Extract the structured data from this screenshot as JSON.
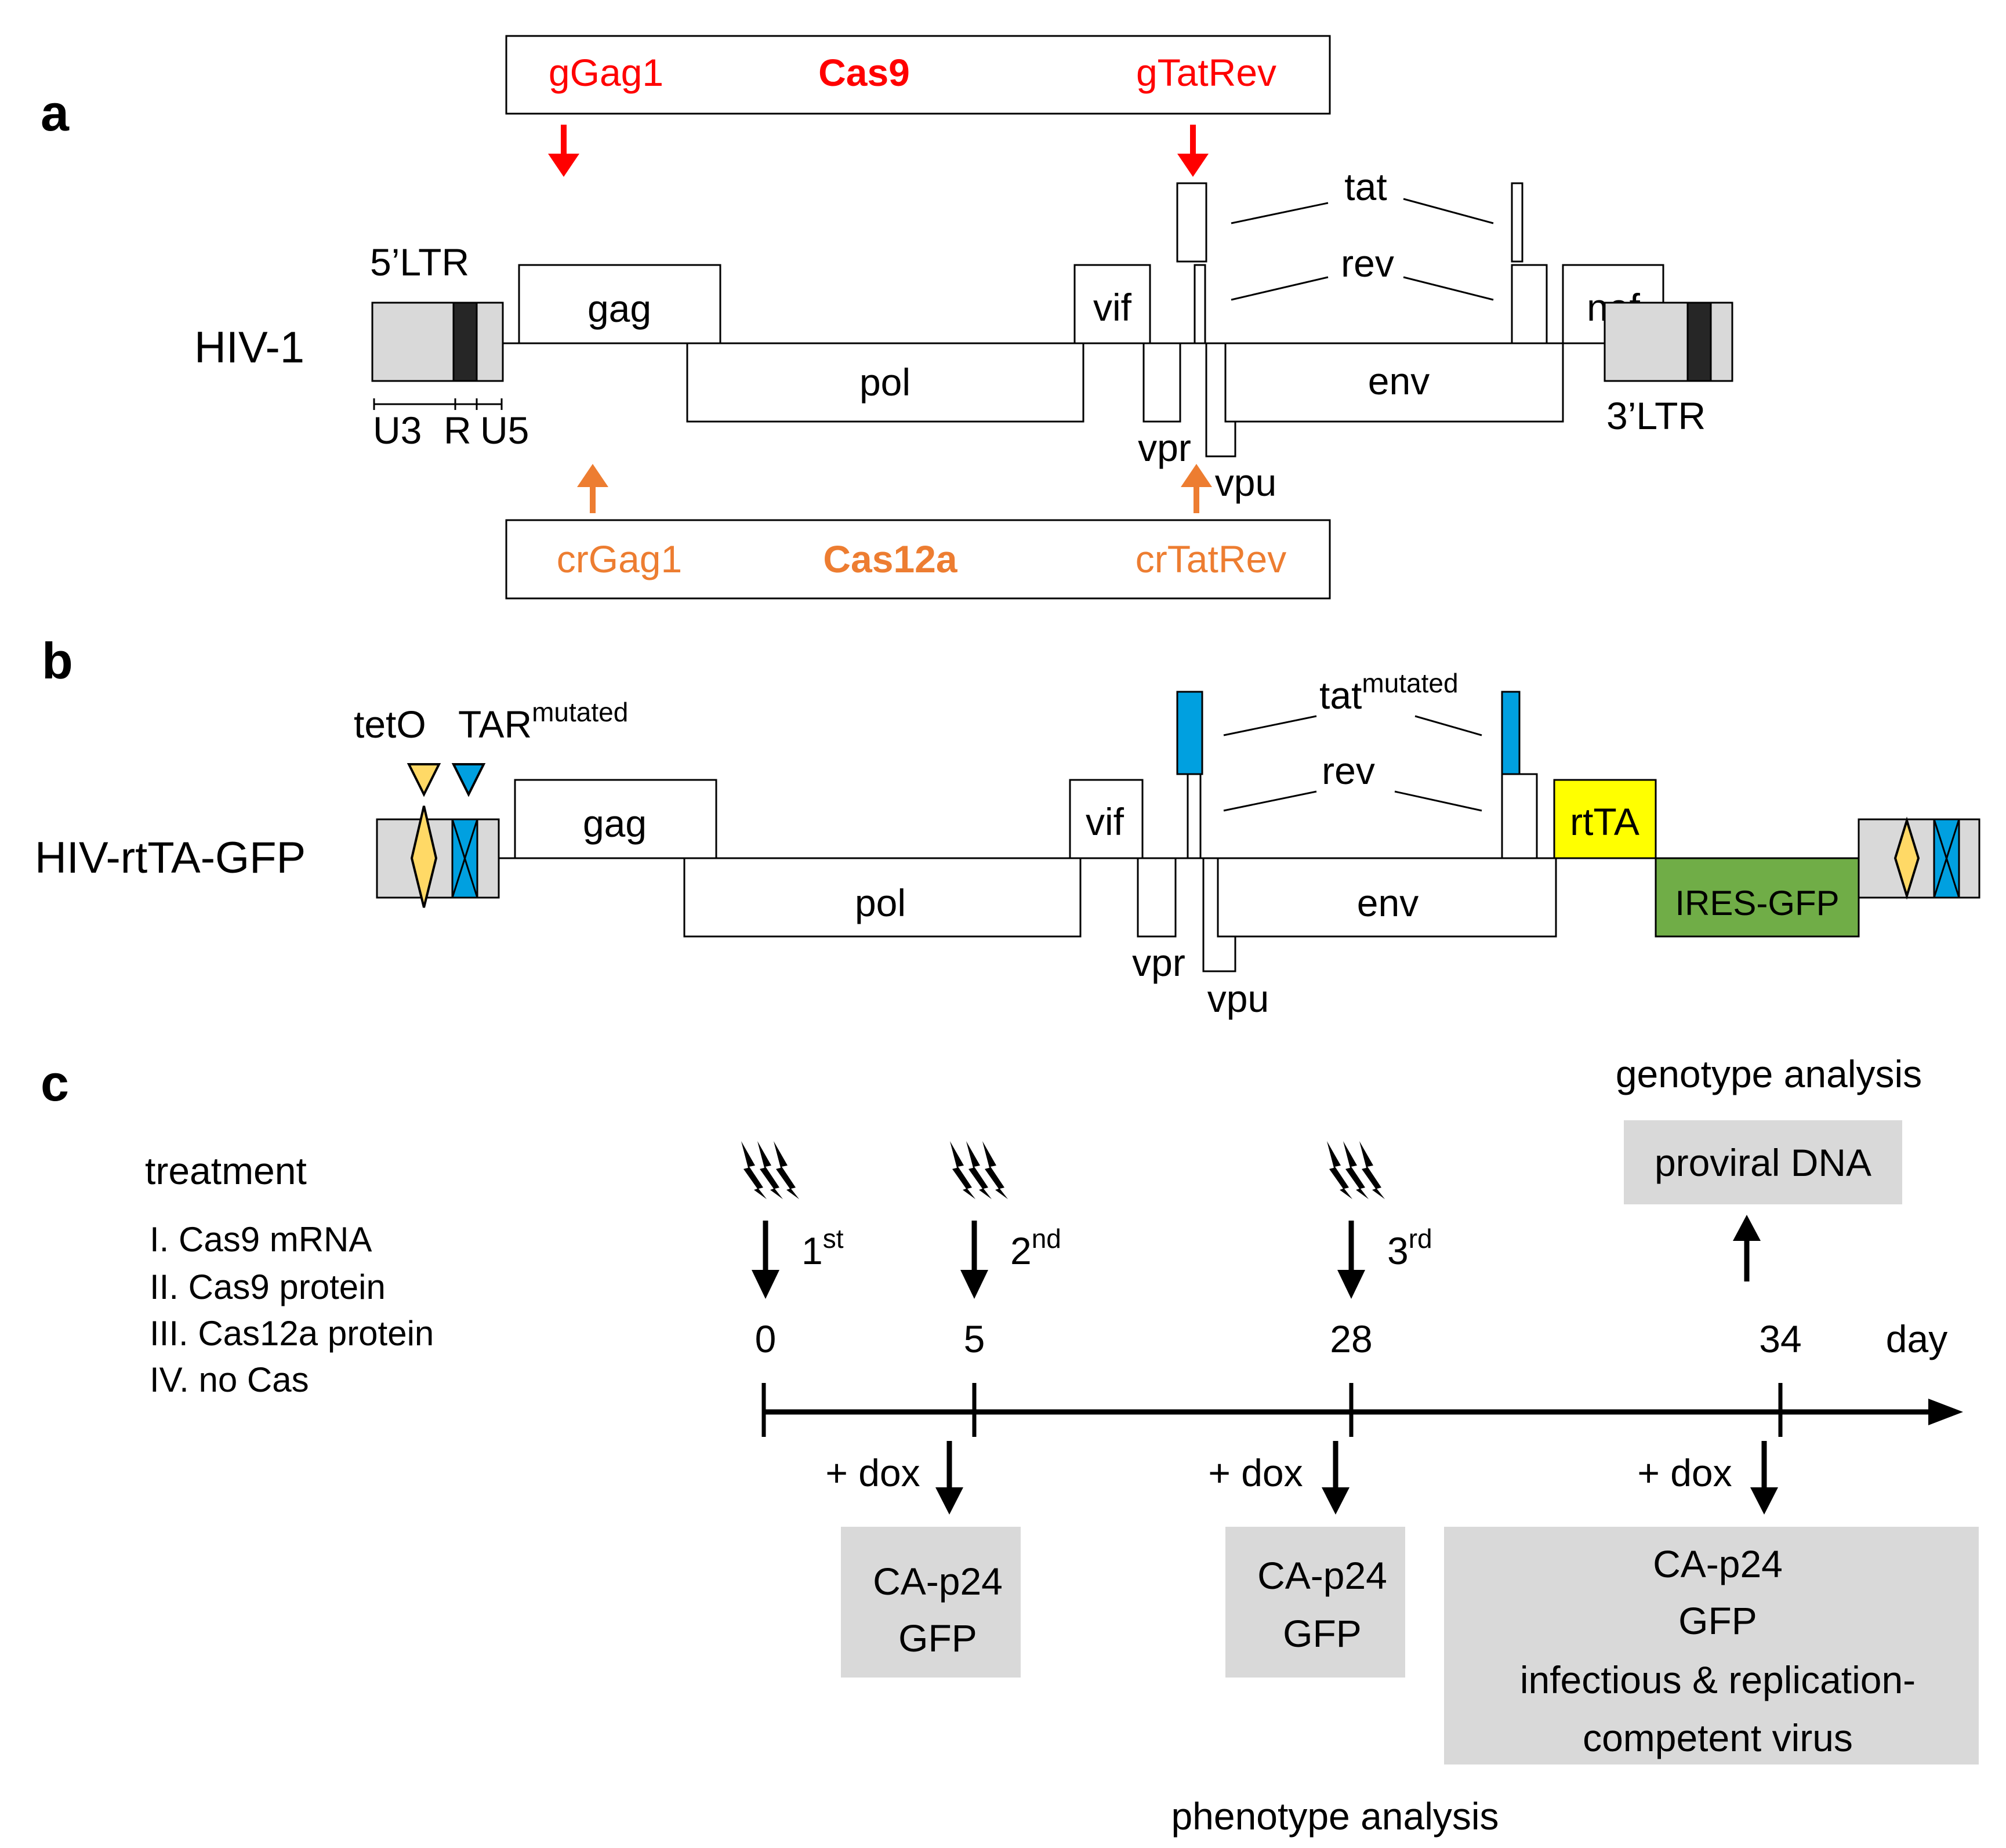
{
  "panels": {
    "a": "a",
    "b": "b",
    "c": "c"
  },
  "colors": {
    "cas9": "#ff0000",
    "cas12a": "#ed7d31",
    "ltr_gray": "#d9d9d9",
    "dark": "#262626",
    "tar_blue": "#00a0e0",
    "tet_yellow": "#ffd966",
    "rtta": "#ffff00",
    "gfp": "#70ad47",
    "box_gray": "#d9d9d9"
  },
  "panel_a": {
    "construct": "HIV-1",
    "cas9_box": {
      "g1": "gGag1",
      "name": "Cas9",
      "g2": "gTatRev"
    },
    "cas12a_box": {
      "g1": "crGag1",
      "name": "Cas12a",
      "g2": "crTatRev"
    },
    "genes": {
      "ltr5": "5’LTR",
      "ltr3": "3’LTR",
      "u3": "U3",
      "r": "R",
      "u5": "U5",
      "gag": "gag",
      "pol": "pol",
      "vif": "vif",
      "vpr": "vpr",
      "vpu": "vpu",
      "tat": "tat",
      "rev": "rev",
      "env": "env",
      "nef": "nef"
    }
  },
  "panel_b": {
    "construct": "HIV-rtTA-GFP",
    "teto": "tetO",
    "tar": "TAR",
    "tar_sup": "mutated",
    "tat": "tat",
    "tat_sup": "mutated",
    "genes": {
      "gag": "gag",
      "pol": "pol",
      "vif": "vif",
      "vpr": "vpr",
      "vpu": "vpu",
      "rev": "rev",
      "env": "env",
      "rtta": "rtTA",
      "ires": "IRES-GFP"
    }
  },
  "panel_c": {
    "treatment_title": "treatment",
    "treatments": [
      "I. Cas9 mRNA",
      "II. Cas9 protein",
      "III. Cas12a protein",
      "IV. no Cas"
    ],
    "days": [
      "0",
      "5",
      "28",
      "34"
    ],
    "day_unit": "day",
    "ordinals": [
      {
        "n": "1",
        "s": "st"
      },
      {
        "n": "2",
        "s": "nd"
      },
      {
        "n": "3",
        "s": "rd"
      }
    ],
    "dox": "+ dox",
    "readout1": [
      "CA-p24",
      "GFP"
    ],
    "readout2": [
      "CA-p24",
      "GFP"
    ],
    "readout3": [
      "CA-p24",
      "GFP",
      "infectious & replication-",
      "competent virus"
    ],
    "genotype_title": "genotype analysis",
    "genotype_box": "proviral DNA",
    "phenotype_title": "phenotype analysis"
  }
}
